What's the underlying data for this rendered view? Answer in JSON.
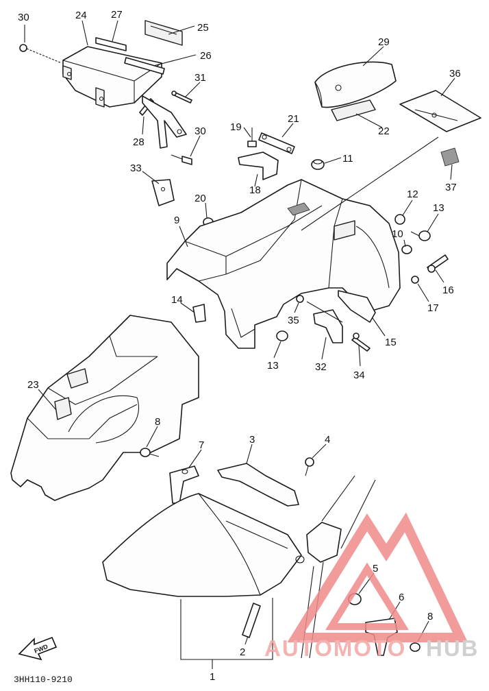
{
  "diagram_code": "3HH110-9210",
  "fwd_label": "FWD",
  "watermark": {
    "text_a": "AUTOMOTO",
    "text_b": "HUB",
    "color": "#f08a8a",
    "color_b": "#c8c8c8"
  },
  "callouts": [
    {
      "id": "c30a",
      "label": "30"
    },
    {
      "id": "c24",
      "label": "24"
    },
    {
      "id": "c27",
      "label": "27"
    },
    {
      "id": "c25",
      "label": "25"
    },
    {
      "id": "c26",
      "label": "26"
    },
    {
      "id": "c31",
      "label": "31"
    },
    {
      "id": "c28",
      "label": "28"
    },
    {
      "id": "c30b",
      "label": "30"
    },
    {
      "id": "c19",
      "label": "19"
    },
    {
      "id": "c21",
      "label": "21"
    },
    {
      "id": "c29",
      "label": "29"
    },
    {
      "id": "c36",
      "label": "36"
    },
    {
      "id": "c22",
      "label": "22"
    },
    {
      "id": "c11",
      "label": "11"
    },
    {
      "id": "c33",
      "label": "33"
    },
    {
      "id": "c18",
      "label": "18"
    },
    {
      "id": "c37",
      "label": "37"
    },
    {
      "id": "c20",
      "label": "20"
    },
    {
      "id": "c12",
      "label": "12"
    },
    {
      "id": "c13a",
      "label": "13"
    },
    {
      "id": "c9",
      "label": "9"
    },
    {
      "id": "c10",
      "label": "10"
    },
    {
      "id": "c16",
      "label": "16"
    },
    {
      "id": "c17",
      "label": "17"
    },
    {
      "id": "c14",
      "label": "14"
    },
    {
      "id": "c35",
      "label": "35"
    },
    {
      "id": "c15",
      "label": "15"
    },
    {
      "id": "c13b",
      "label": "13"
    },
    {
      "id": "c32",
      "label": "32"
    },
    {
      "id": "c34",
      "label": "34"
    },
    {
      "id": "c23",
      "label": "23"
    },
    {
      "id": "c8a",
      "label": "8"
    },
    {
      "id": "c3",
      "label": "3"
    },
    {
      "id": "c4",
      "label": "4"
    },
    {
      "id": "c7",
      "label": "7"
    },
    {
      "id": "c5",
      "label": "5"
    },
    {
      "id": "c6",
      "label": "6"
    },
    {
      "id": "c8b",
      "label": "8"
    },
    {
      "id": "c2",
      "label": "2"
    },
    {
      "id": "c1",
      "label": "1"
    }
  ]
}
